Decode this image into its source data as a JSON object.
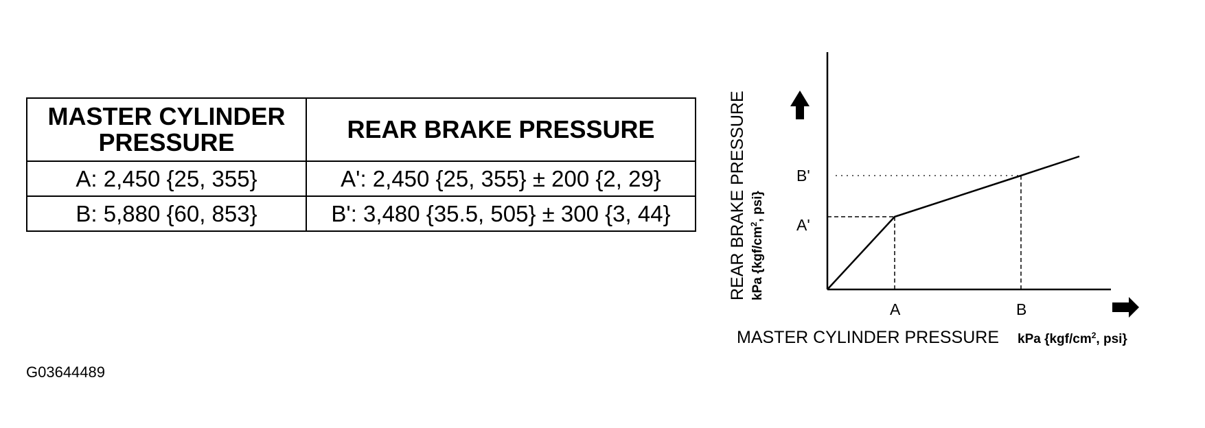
{
  "table": {
    "headers": [
      "MASTER CYLINDER PRESSURE",
      "REAR BRAKE PRESSURE"
    ],
    "rows": [
      [
        "A: 2,450 {25, 355}",
        "A': 2,450 {25, 355} ± 200 {2, 29}"
      ],
      [
        "B: 5,880 {60, 853}",
        "B': 3,480 {35.5, 505} ± 300 {3, 44}"
      ]
    ]
  },
  "graph": {
    "x_label": "MASTER CYLINDER PRESSURE",
    "x_unit_prefix": "kPa {kgf/cm",
    "x_unit_sup": "2",
    "x_unit_suffix": ", psi}",
    "y_label": "REAR BRAKE PRESSURE",
    "y_unit_prefix": "kPa {kgf/cm",
    "y_unit_sup": "2",
    "y_unit_suffix": ", psi}",
    "x_points": [
      "A",
      "B"
    ],
    "y_points": [
      "A'",
      "B'"
    ],
    "line_color": "#000000"
  },
  "diagram_id": "G03644489"
}
